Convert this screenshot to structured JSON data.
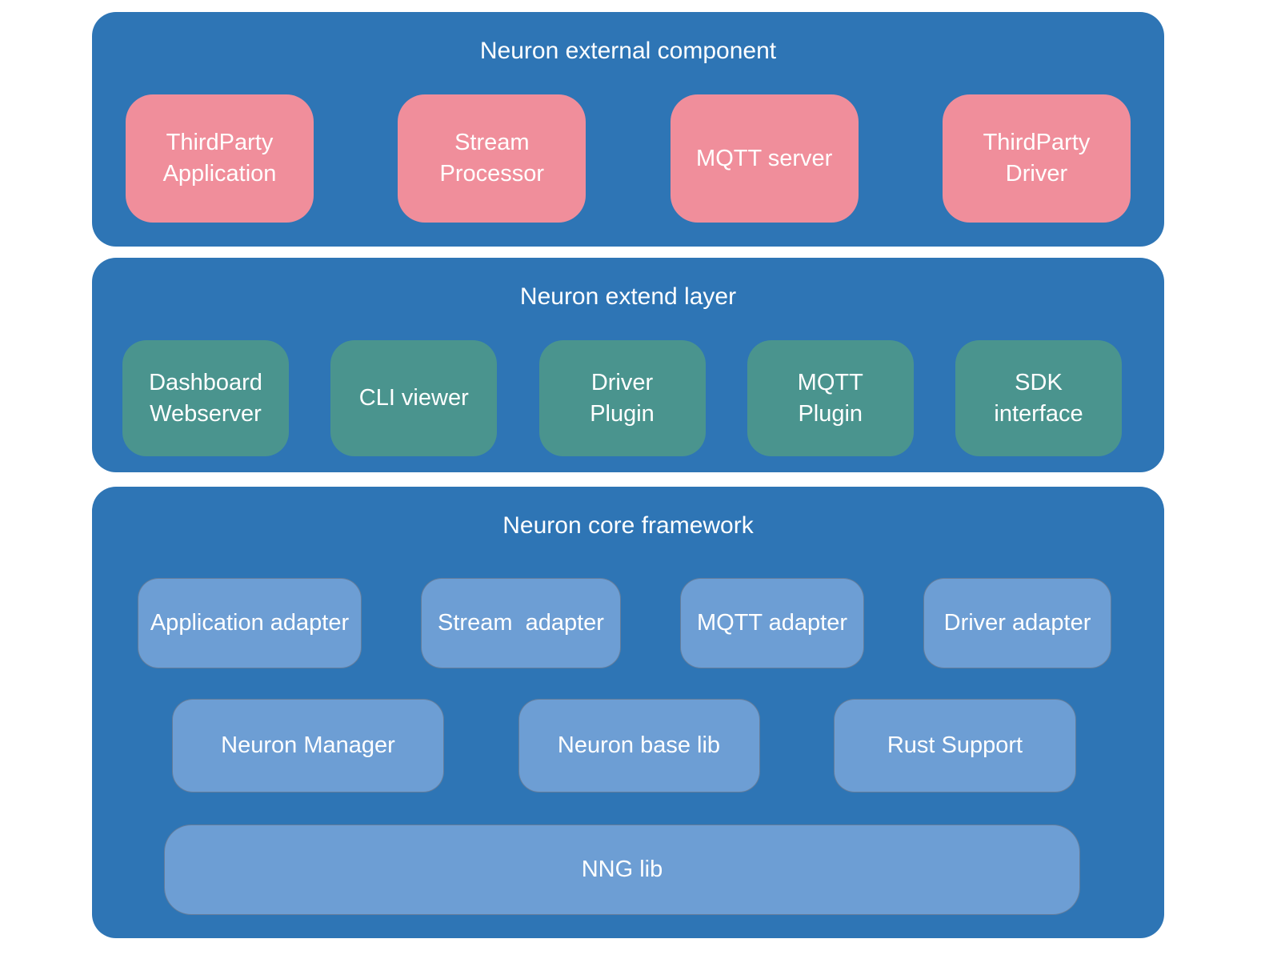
{
  "colors": {
    "section_bg": "#2e75b5",
    "external_node_bg": "#f08e9b",
    "extend_node_bg": "#4a948e",
    "core_node_bg": "#6d9ed4",
    "label_text": "#ffffff"
  },
  "external": {
    "title": "Neuron external component",
    "nodes": [
      {
        "label": "ThirdParty\nApplication"
      },
      {
        "label": "Stream\nProcessor"
      },
      {
        "label": "MQTT server"
      },
      {
        "label": "ThirdParty\nDriver"
      }
    ]
  },
  "extend": {
    "title": "Neuron extend layer",
    "nodes": [
      {
        "label": "Dashboard\nWebserver"
      },
      {
        "label": "CLI viewer"
      },
      {
        "label": "Driver\nPlugin"
      },
      {
        "label": "MQTT\nPlugin"
      },
      {
        "label": "SDK\ninterface"
      }
    ]
  },
  "core": {
    "title": "Neuron core framework",
    "adapter_nodes": [
      {
        "label": "Application adapter"
      },
      {
        "label": "Stream  adapter"
      },
      {
        "label": "MQTT adapter"
      },
      {
        "label": "Driver adapter"
      }
    ],
    "lib_nodes": [
      {
        "label": "Neuron Manager"
      },
      {
        "label": "Neuron base lib"
      },
      {
        "label": "Rust Support"
      }
    ],
    "base_node": {
      "label": "NNG lib"
    }
  }
}
